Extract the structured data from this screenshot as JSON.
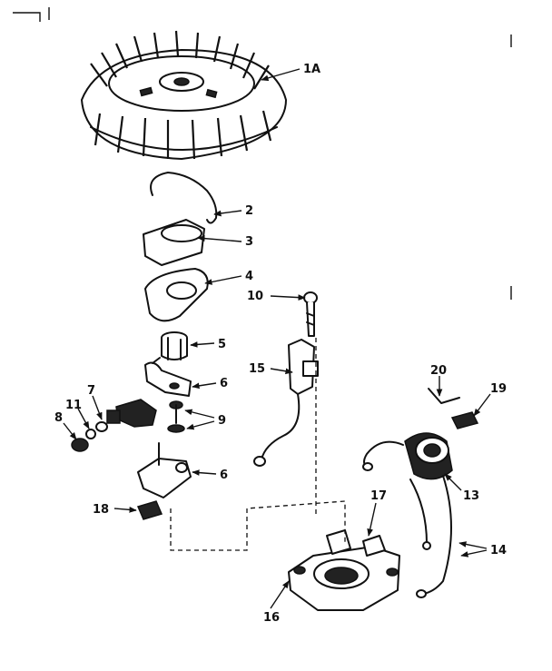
{
  "diagram": {
    "callouts": {
      "c1A": "1A",
      "c2": "2",
      "c3": "3",
      "c4": "4",
      "c5": "5",
      "c6a": "6",
      "c6b": "6",
      "c7": "7",
      "c8": "8",
      "c9": "9",
      "c10": "10",
      "c11": "11",
      "c13": "13",
      "c14": "14",
      "c15": "15",
      "c16": "16",
      "c17": "17",
      "c18": "18",
      "c19": "19",
      "c20": "20"
    }
  }
}
